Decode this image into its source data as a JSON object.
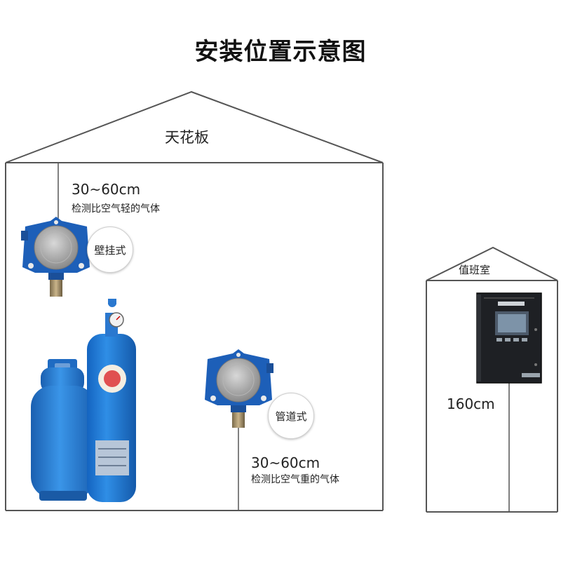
{
  "title": "安装位置示意图",
  "ceiling_label": "天花板",
  "wall_mount": {
    "distance": "30~60cm",
    "description": "检测比空气轻的气体",
    "label": "壁挂式"
  },
  "pipe_mount": {
    "distance": "30~60cm",
    "description": "检测比空气重的气体",
    "label": "管道式"
  },
  "duty_room": {
    "label": "值班室",
    "height": "160cm"
  },
  "colors": {
    "detector_blue": "#1d5fb8",
    "cylinder_blue": "#2a7fd4",
    "controller_dark": "#1e2024",
    "outline": "#555555"
  }
}
